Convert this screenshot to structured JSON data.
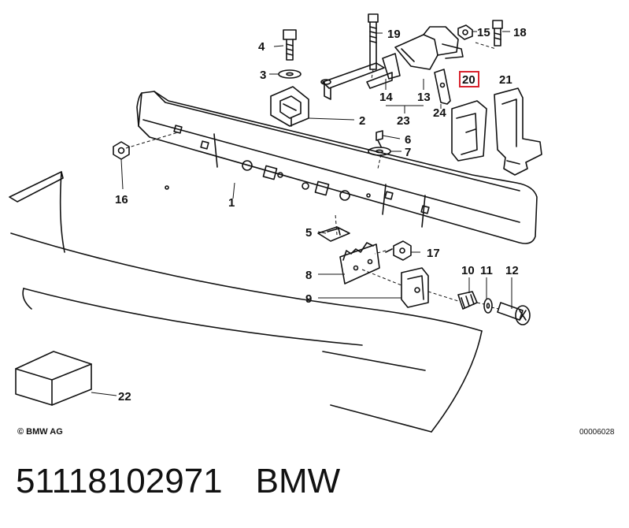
{
  "diagram": {
    "callouts": [
      {
        "id": "c1",
        "label": "1"
      },
      {
        "id": "c2",
        "label": "2"
      },
      {
        "id": "c3",
        "label": "3"
      },
      {
        "id": "c4",
        "label": "4"
      },
      {
        "id": "c5",
        "label": "5"
      },
      {
        "id": "c6",
        "label": "6"
      },
      {
        "id": "c7",
        "label": "7"
      },
      {
        "id": "c8",
        "label": "8"
      },
      {
        "id": "c9",
        "label": "9"
      },
      {
        "id": "c10",
        "label": "10"
      },
      {
        "id": "c11",
        "label": "11"
      },
      {
        "id": "c12",
        "label": "12"
      },
      {
        "id": "c13",
        "label": "13"
      },
      {
        "id": "c14",
        "label": "14"
      },
      {
        "id": "c15",
        "label": "15"
      },
      {
        "id": "c16",
        "label": "16"
      },
      {
        "id": "c17",
        "label": "17"
      },
      {
        "id": "c18",
        "label": "18"
      },
      {
        "id": "c19",
        "label": "19"
      },
      {
        "id": "c20",
        "label": "20"
      },
      {
        "id": "c21",
        "label": "21"
      },
      {
        "id": "c22",
        "label": "22"
      },
      {
        "id": "c23",
        "label": "23"
      },
      {
        "id": "c24",
        "label": "24"
      }
    ],
    "highlighted_callout": "20",
    "highlight_color": "#d9232e",
    "copyright": "© BMW AG",
    "drawing_number": "00006028"
  },
  "part": {
    "number": "51118102971",
    "brand": "BMW"
  }
}
